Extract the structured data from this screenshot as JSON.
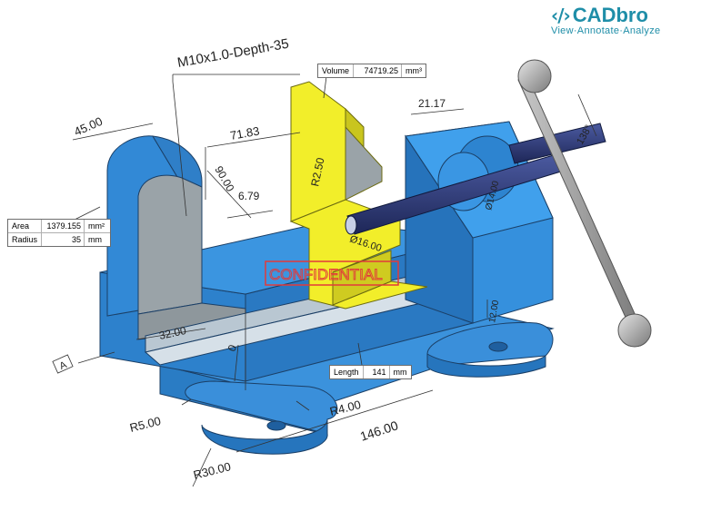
{
  "brand": {
    "mark": "‹/›",
    "name": "CADbro",
    "tagline": "View·Annotate·Analyze",
    "color": "#1f8ea8"
  },
  "model": {
    "body_color": "#2f86d4",
    "jaw_color": "#f2ee2a",
    "section_color": "#9aa3a8",
    "screw_color": "#2c3a7a",
    "handle_color": "#9a9a9a",
    "watermark": "CONFIDENTIAL"
  },
  "dimensions": {
    "thread": "M10x1.0-Depth-35",
    "d45": "45.00",
    "d71": "71.83",
    "d21": "21.17",
    "d90": "90.00",
    "d679": "6.79",
    "d32": "32.00",
    "d0": "0",
    "r250": "R2.50",
    "dia16": "Ø16.00",
    "d138": "138°",
    "d12": "12.00",
    "dia14": "Ø14.00",
    "r5": "R5.00",
    "r4": "R4.00",
    "d146": "146.00",
    "r30": "R30.00",
    "datum": "A"
  },
  "measurements": {
    "volume": {
      "label": "Volume",
      "value": "74719.25",
      "unit": "mm³"
    },
    "area": {
      "label": "Area",
      "value": "1379.155",
      "unit": "mm²"
    },
    "radius": {
      "label": "Radius",
      "value": "35",
      "unit": "mm"
    },
    "length": {
      "label": "Length",
      "value": "141",
      "unit": "mm"
    }
  }
}
